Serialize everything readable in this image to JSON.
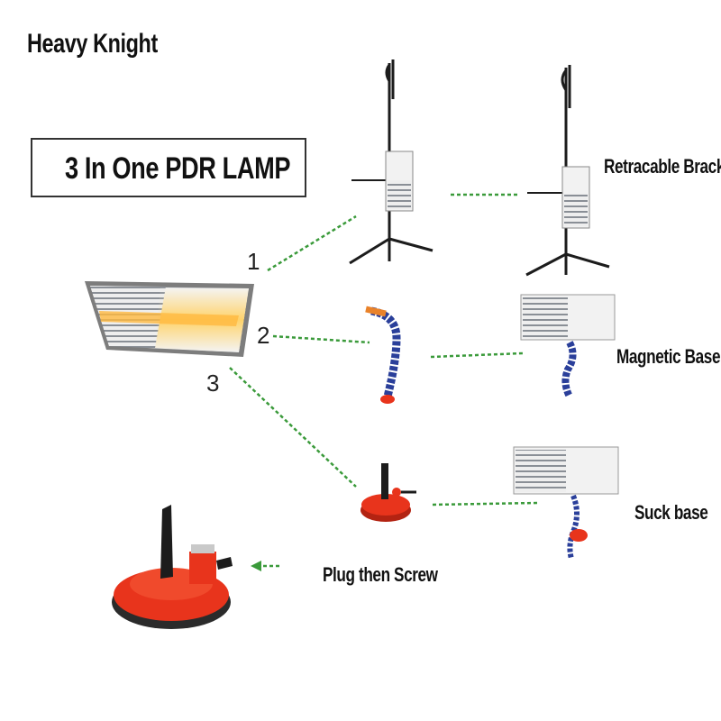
{
  "brand": "Heavy Knight",
  "title": "3 In One PDR LAMP",
  "options": [
    {
      "number": "1",
      "caption": "Retracable Bracket"
    },
    {
      "number": "2",
      "caption": "Magnetic Base"
    },
    {
      "number": "3",
      "caption": "Suck base"
    }
  ],
  "step_caption": "Plug then Screw",
  "colors": {
    "dash_line": "#3a9a3a",
    "suction_red": "#e8341c",
    "hose_blue": "#2a3f9a",
    "hose_orange": "#e9822a",
    "lamp_frame": "#7d7d7d"
  }
}
